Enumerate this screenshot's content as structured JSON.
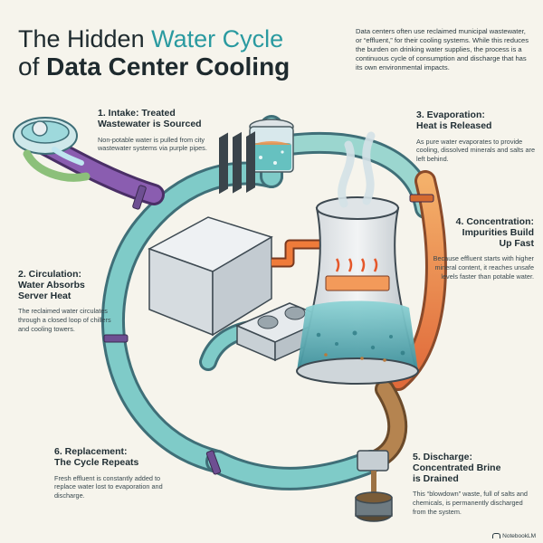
{
  "title": {
    "line1_prefix": "The Hidden ",
    "line1_accent": "Water Cycle",
    "line2_prefix": "of ",
    "line2_strong": "Data Center Cooling"
  },
  "intro": "Data centers often use reclaimed municipal wastewater, or “effluent,” for their cooling systems. While this reduces the burden on drinking water supplies, the process is a continuous cycle of consumption and discharge that has its own environmental impacts.",
  "steps": [
    {
      "title_1": "1. Intake: Treated",
      "title_2": "Wastewater is Sourced",
      "title_3": "",
      "body": "Non-potable water is pulled from city wastewater systems via purple pipes."
    },
    {
      "title_1": "2. Circulation:",
      "title_2": "Water Absorbs",
      "title_3": "Server Heat",
      "body": "The reclaimed water circulates through a closed loop of chillers and cooling towers."
    },
    {
      "title_1": "3. Evaporation:",
      "title_2": "Heat is Released",
      "title_3": "",
      "body": "As pure water evaporates to provide cooling, dissolved minerals and salts are left behind."
    },
    {
      "title_1": "4. Concentration:",
      "title_2": "Impurities Build",
      "title_3": "Up Fast",
      "body": "Because effluent starts with higher mineral content, it reaches unsafe levels faster than potable water."
    },
    {
      "title_1": "5. Discharge:",
      "title_2": "Concentrated Brine",
      "title_3": "is Drained",
      "body": "This “blowdown” waste, full of salts and chemicals, is permanently discharged from the system."
    },
    {
      "title_1": "6. Replacement:",
      "title_2": "The Cycle Repeats",
      "title_3": "",
      "body": "Fresh effluent is constantly added to replace water lost to evaporation and discharge."
    }
  ],
  "footer": "NotebookLM",
  "colors": {
    "background": "#f6f4ec",
    "accent_teal": "#2a9aa0",
    "pipe_water": "#7fcbc8",
    "purple_pipe": "#8a5db0",
    "hot_water": "#f08a3a",
    "brine": "#a0703e"
  },
  "icons": [
    "water-inlet-icon",
    "evaporation-jar-icon",
    "server-rack-icon",
    "chiller-fan-icon",
    "cooling-tower-icon",
    "steam-icon",
    "heat-coil-icon",
    "drain-pipe-icon",
    "notebooklm-logo-icon"
  ]
}
